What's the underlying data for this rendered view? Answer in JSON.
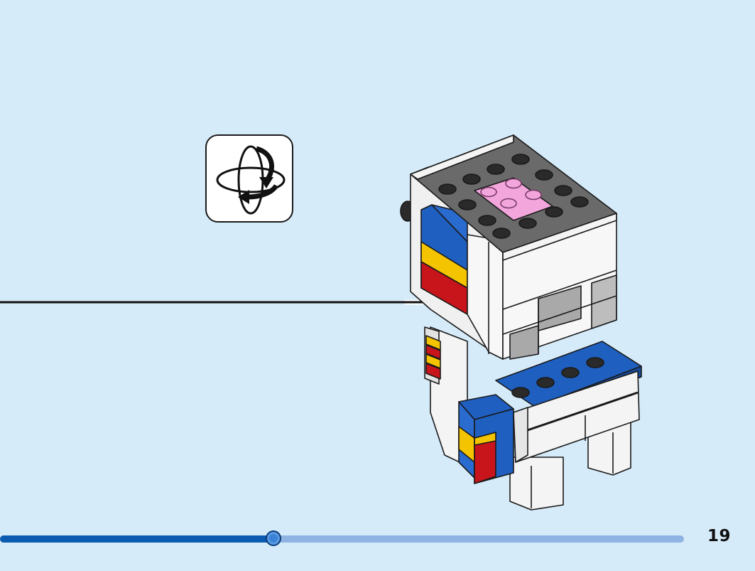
{
  "page": {
    "number": "19",
    "background": "#d6ebf9"
  },
  "rotate_indicator": {
    "icon": "rotate-model-icon"
  },
  "callout": {
    "icon": "arrow-right-icon"
  },
  "model": {
    "icon": "brick-figure-illustration",
    "colors": {
      "white": "#f4f4f4",
      "black": "#2a2a2a",
      "dark_gray": "#5b5b5b",
      "light_gray": "#a9a9a9",
      "pink": "#f2a6dc",
      "blue": "#1f5fbf",
      "yellow": "#f5c400",
      "red": "#c8141b"
    }
  },
  "progress": {
    "value": 0.4,
    "track_color": "#8fb3e2",
    "fill_color": "#0b5bb0"
  }
}
